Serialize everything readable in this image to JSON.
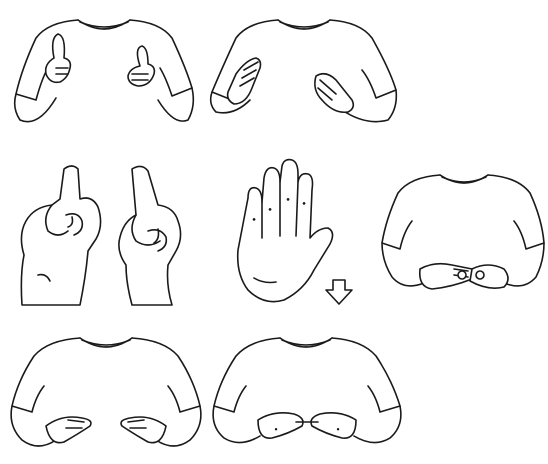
{
  "illustration": {
    "panels": [
      {
        "id": "shirt-hands-thumbs-up",
        "icon": "torso-icon"
      },
      {
        "id": "shirt-hands-flat-crossing",
        "icon": "torso-icon"
      },
      {
        "id": "fists-index-up",
        "icon": "hand-icon"
      },
      {
        "id": "open-hand",
        "icon": "hand-icon"
      },
      {
        "id": "shirt-hands-together",
        "icon": "torso-icon"
      },
      {
        "id": "shirt-hands-apart",
        "icon": "torso-icon"
      },
      {
        "id": "shirt-hands-meeting",
        "icon": "torso-icon"
      }
    ],
    "motion_arrow": "down-arrow-icon",
    "line_color": "#1a1a1a",
    "background": "#ffffff"
  }
}
